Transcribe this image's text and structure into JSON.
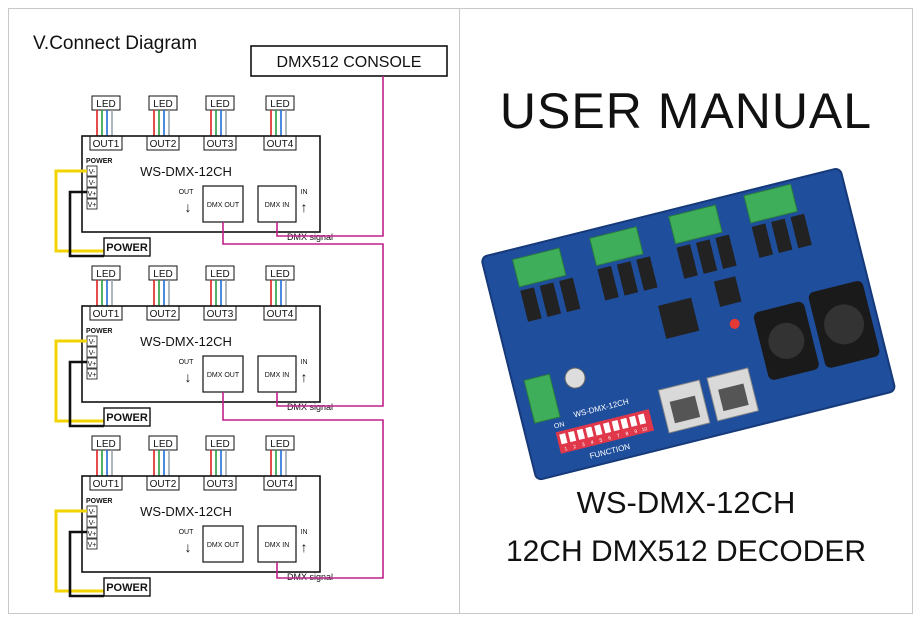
{
  "diagram": {
    "title": "V.Connect Diagram",
    "console_label": "DMX512 CONSOLE",
    "led_label": "LED",
    "out_labels": [
      "OUT1",
      "OUT2",
      "OUT3",
      "OUT4"
    ],
    "power_header": "POWER",
    "power_pins": [
      "V-",
      "V-",
      "V+",
      "V+"
    ],
    "power_box_label": "POWER",
    "decoder_model": "WS-DMX-12CH",
    "out_direction_label": "OUT",
    "in_direction_label": "IN",
    "dmx_out_label": "DMX OUT",
    "dmx_in_label": "DMX IN",
    "signal_label": "DMX  signal",
    "unit_count": 3
  },
  "manual": {
    "title": "USER MANUAL",
    "model": "WS-DMX-12CH",
    "description": "12CH DMX512 DECODER",
    "board": {
      "silkscreen_model": "WS-DMX-12CH",
      "function_label": "FUNCTION",
      "dip_numbers": [
        "1",
        "2",
        "3",
        "4",
        "5",
        "6",
        "7",
        "8",
        "9",
        "10"
      ],
      "on_label": "ON",
      "colors": {
        "pcb": "#1f4e9c",
        "terminal": "#3fae5a",
        "dip": "#e0384a",
        "rj45": "#d9d9d9",
        "xlr": "#1a1a1a"
      }
    }
  },
  "colors": {
    "wire_yellow": "#f2d500",
    "wire_black": "#111111",
    "wire_magenta": "#c0208a",
    "wire_red": "#e02020",
    "wire_green": "#27a043",
    "wire_blue": "#1e6fd9",
    "wire_gray": "#9aa3ad"
  }
}
